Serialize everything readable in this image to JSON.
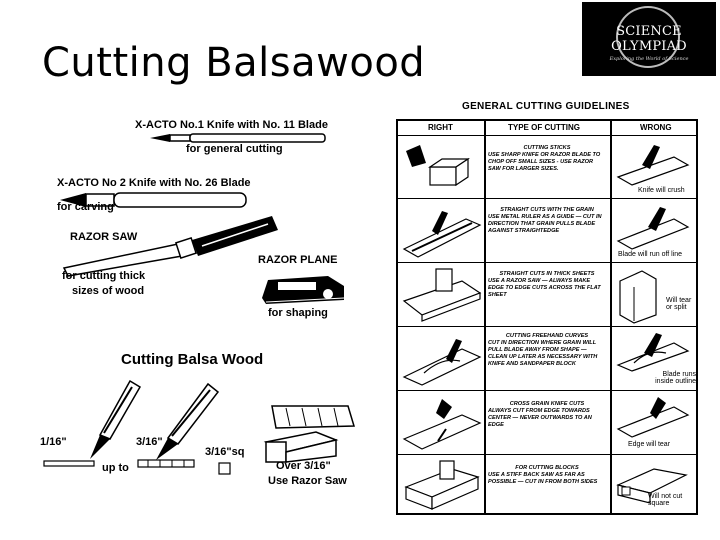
{
  "slide": {
    "title": "Cutting Balsawood",
    "logo": {
      "name": "SCIENCE OLYMPIAD",
      "tagline": "Exploring the World of Science"
    }
  },
  "tools": {
    "knife1_name": "X-ACTO No.1 Knife with No. 11 Blade",
    "knife1_use": "for general cutting",
    "knife2_name": "X-ACTO No 2 Knife with No. 26 Blade",
    "knife2_use": "for carving",
    "saw_name": "RAZOR SAW",
    "saw_use_1": "for cutting thick",
    "saw_use_2": "sizes of wood",
    "plane_name": "RAZOR PLANE",
    "plane_use": "for shaping"
  },
  "balsa": {
    "heading": "Cutting Balsa Wood",
    "t1": "1/16\"",
    "up_to": "up to",
    "t2": "3/16\"",
    "t3": "3/16\"sq",
    "over_1": "Over 3/16\"",
    "over_2": "Use Razor Saw"
  },
  "guidelines": {
    "title": "GENERAL CUTTING GUIDELINES",
    "col_right": "RIGHT",
    "col_type": "TYPE OF CUTTING",
    "col_wrong": "WRONG",
    "rows": [
      {
        "heading": "CUTTING STICKS",
        "text": "USE SHARP KNIFE OR RAZOR BLADE TO CHOP OFF SMALL SIZES - USE RAZOR SAW FOR LARGER SIZES.",
        "wrong": "Knife will crush"
      },
      {
        "heading": "STRAIGHT CUTS WITH THE GRAIN",
        "text": "USE METAL RULER AS A GUIDE — CUT IN DIRECTION THAT GRAIN PULLS BLADE AGAINST STRAIGHTEDGE",
        "wrong": "Blade will run off line"
      },
      {
        "heading": "STRAIGHT CUTS IN THICK SHEETS",
        "text": "USE A RAZOR SAW — ALWAYS MAKE EDGE TO EDGE CUTS ACROSS THE FLAT SHEET",
        "wrong": "Will tear or split"
      },
      {
        "heading": "CUTTING FREEHAND CURVES",
        "text": "CUT IN DIRECTION WHERE GRAIN WILL PULL BLADE AWAY FROM SHAPE — CLEAN UP LATER AS NECESSARY WITH KNIFE AND SANDPAPER BLOCK",
        "wrong": "Blade runs inside outline"
      },
      {
        "heading": "CROSS GRAIN KNIFE CUTS",
        "text": "ALWAYS CUT FROM EDGE TOWARDS CENTER — NEVER OUTWARDS TO AN EDGE",
        "wrong": "Edge will tear"
      },
      {
        "heading": "FOR CUTTING BLOCKS",
        "text": "USE A STIFF BACK SAW AS FAR AS POSSIBLE — CUT IN FROM BOTH SIDES",
        "wrong": "Will not cut square"
      }
    ]
  }
}
